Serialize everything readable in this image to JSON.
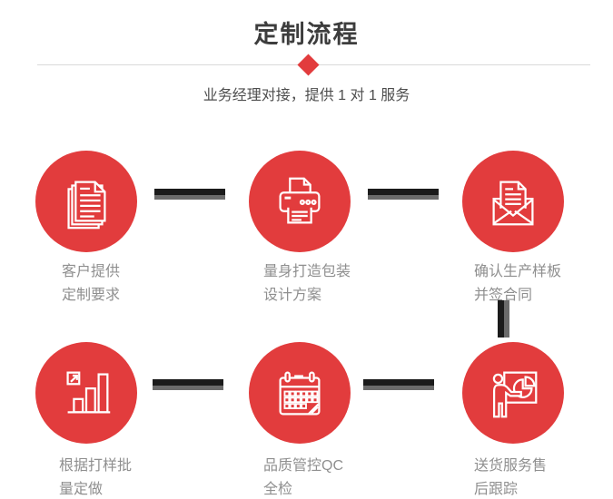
{
  "page": {
    "title": "定制流程",
    "subtitle": "业务经理对接，提供 1 对 1 服务"
  },
  "steps": [
    {
      "icon": "documents-icon",
      "line1": "客户提供",
      "line2": "定制要求"
    },
    {
      "icon": "printer-icon",
      "line1": "量身打造包装",
      "line2": "设计方案"
    },
    {
      "icon": "envelope-icon",
      "line1": "确认生产样板",
      "line2": "并签合同"
    },
    {
      "icon": "bar-chart-icon",
      "line1": "根据打样批",
      "line2": "量定做"
    },
    {
      "icon": "calendar-icon",
      "line1": "品质管控QC",
      "line2": "全检"
    },
    {
      "icon": "presenter-icon",
      "line1": "送货服务售",
      "line2": "后跟踪"
    }
  ],
  "colors": {
    "accent_red": "#e23c3d",
    "connector_dark": "#1b1b1b",
    "connector_gray": "#6b6b6b",
    "title_text": "#3d3d3d",
    "subtitle_text": "#4d4d4d",
    "label_text": "#8f8f8f",
    "divider": "#d9d9d9"
  }
}
